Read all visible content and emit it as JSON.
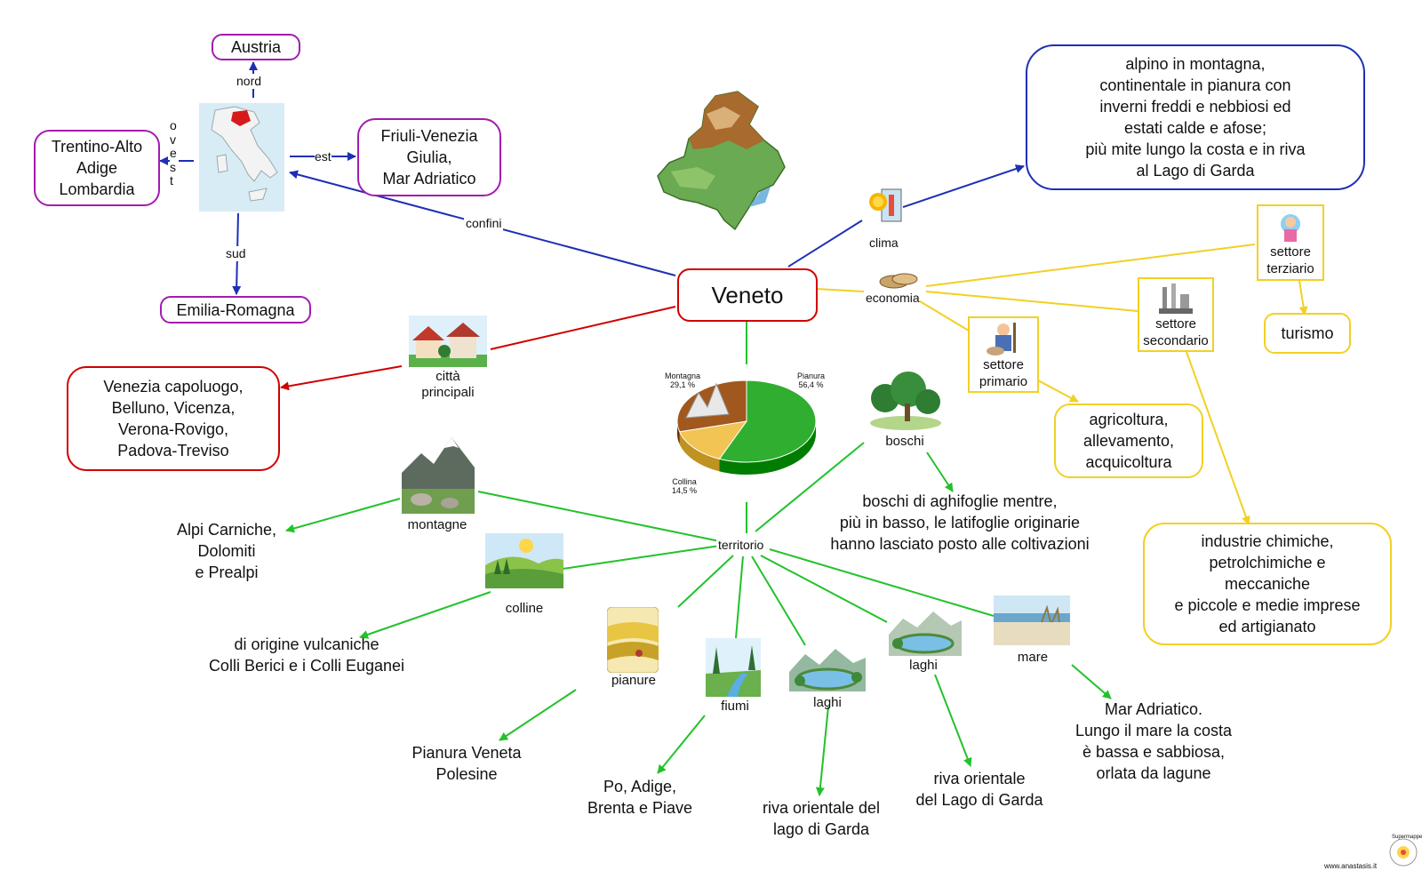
{
  "central": "Veneto",
  "confini": {
    "label": "confini",
    "north": {
      "dir": "nord",
      "text": "Austria"
    },
    "west": {
      "dir": "ovest",
      "text": "Trentino-Alto\nAdige\nLombardia"
    },
    "east": {
      "dir": "est",
      "text": "Friuli-Venezia\nGiulia,\nMar Adriatico"
    },
    "south": {
      "dir": "sud",
      "text": "Emilia-Romagna"
    }
  },
  "clima": {
    "label": "clima",
    "text": "alpino in montagna,\ncontinentale in pianura con\ninverni freddi e nebbiosi ed\nestati calde e afose;\npiù mite lungo la costa e in riva\nal Lago di Garda"
  },
  "economia": {
    "label": "economia",
    "terziario": {
      "label": "settore\nterziario",
      "text": "turismo"
    },
    "secondario": {
      "label": "settore\nsecondario",
      "text": "industrie chimiche,\npetrolchimiche e\nmeccaniche\ne piccole e medie imprese\ned artigianato"
    },
    "primario": {
      "label": "settore\nprimario",
      "text": "agricoltura,\nallevamento,\nacquicoltura"
    }
  },
  "citta": {
    "label": "città\nprincipali",
    "text": "Venezia  capoluogo,\nBelluno, Vicenza,\nVerona-Rovigo,\nPadova-Treviso"
  },
  "pie": {
    "slices": [
      {
        "name": "Pianura",
        "label": "Pianura\n56,4 %",
        "value": 56.4,
        "color": "#2fae2f"
      },
      {
        "name": "Collina",
        "label": "Collina\n14,5 %",
        "value": 14.5,
        "color": "#f1c453"
      },
      {
        "name": "Montagna",
        "label": "Montagna\n29,1 %",
        "value": 29.1,
        "color": "#a0581e"
      }
    ]
  },
  "territorio": {
    "label": "territorio",
    "boschi": {
      "label": "boschi",
      "text": "boschi di aghifoglie  mentre,\npiù in basso, le latifoglie originarie\nhanno lasciato posto alle coltivazioni"
    },
    "montagne": {
      "label": "montagne",
      "text": "Alpi Carniche,\nDolomiti\ne Prealpi"
    },
    "colline": {
      "label": "colline",
      "text": "di origine vulcaniche\nColli Berici e i Colli Euganei"
    },
    "pianure": {
      "label": "pianure",
      "text": "Pianura Veneta\nPolesine"
    },
    "fiumi": {
      "label": "fiumi",
      "text": "Po,  Adige,\nBrenta e Piave"
    },
    "laghi1": {
      "label": "laghi",
      "text": "riva orientale del\nlago di Garda"
    },
    "laghi2": {
      "label": "laghi",
      "text": "riva orientale\ndel Lago di Garda"
    },
    "mare": {
      "label": "mare",
      "text": "Mar Adriatico.\nLungo il mare la costa\nè bassa e sabbiosa,\norlata da lagune"
    }
  },
  "footer": {
    "site": "www.anastasis.it",
    "badge": "Supermappe"
  },
  "colors": {
    "purple": "#a21caf",
    "blue": "#1e2fb5",
    "red": "#d00000",
    "yellow": "#f2d024",
    "green": "#22c22a"
  }
}
